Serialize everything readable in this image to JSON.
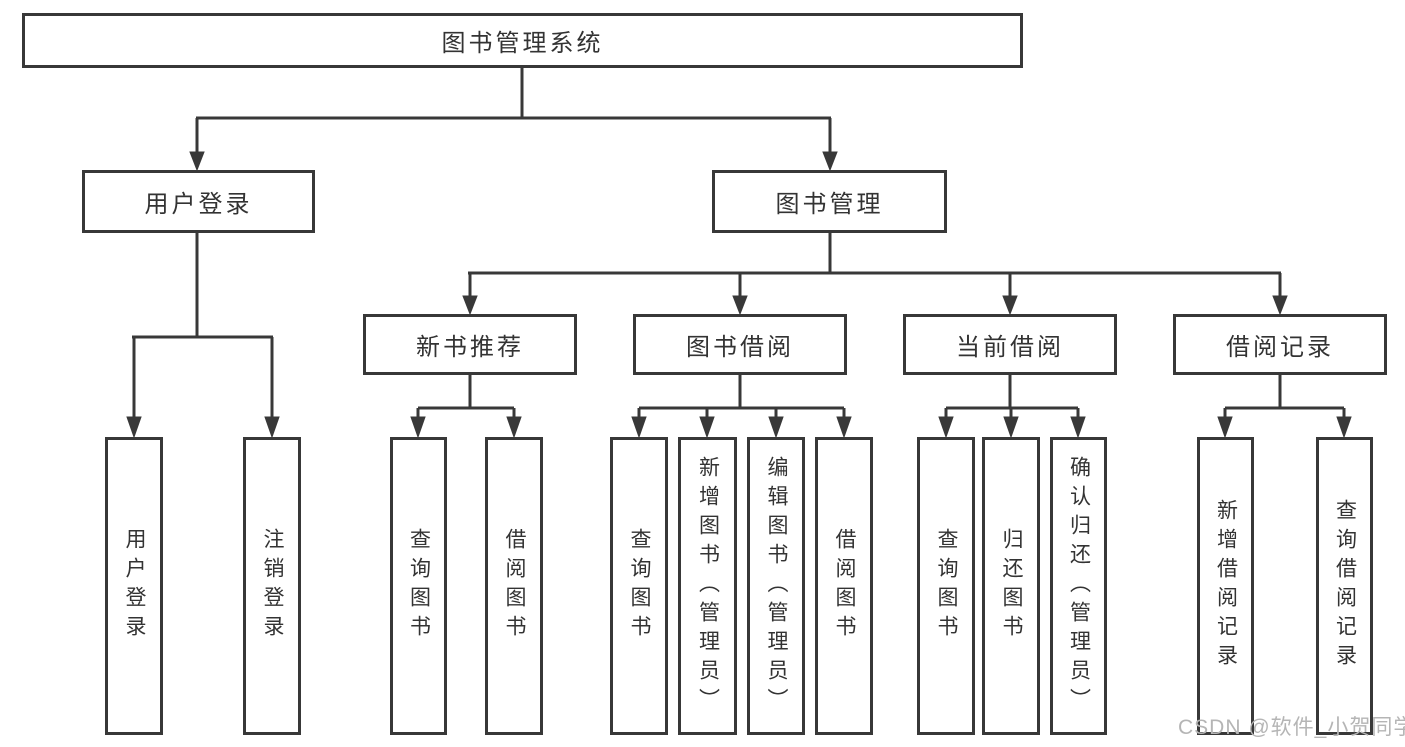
{
  "tree": {
    "root": {
      "label": "图书管理系统"
    },
    "branches": [
      {
        "label": "用户登录",
        "children": [
          {
            "label": "用户登录"
          },
          {
            "label": "注销登录"
          }
        ]
      },
      {
        "label": "图书管理",
        "children": [
          {
            "label": "新书推荐",
            "children": [
              {
                "label": "查询图书"
              },
              {
                "label": "借阅图书"
              }
            ]
          },
          {
            "label": "图书借阅",
            "children": [
              {
                "label": "查询图书"
              },
              {
                "label": "新增图书（管理员）"
              },
              {
                "label": "编辑图书（管理员）"
              },
              {
                "label": "借阅图书"
              }
            ]
          },
          {
            "label": "当前借阅",
            "children": [
              {
                "label": "查询图书"
              },
              {
                "label": "归还图书"
              },
              {
                "label": "确认归还（管理员）"
              }
            ]
          },
          {
            "label": "借阅记录",
            "children": [
              {
                "label": "新增借阅记录"
              },
              {
                "label": "查询借阅记录"
              }
            ]
          }
        ]
      }
    ]
  },
  "watermark": {
    "text": "CSDN @软件_小贺同学"
  },
  "colors": {
    "line": "#383838",
    "text": "#333333",
    "watermark": "#b5b5b5",
    "background": "#ffffff"
  }
}
